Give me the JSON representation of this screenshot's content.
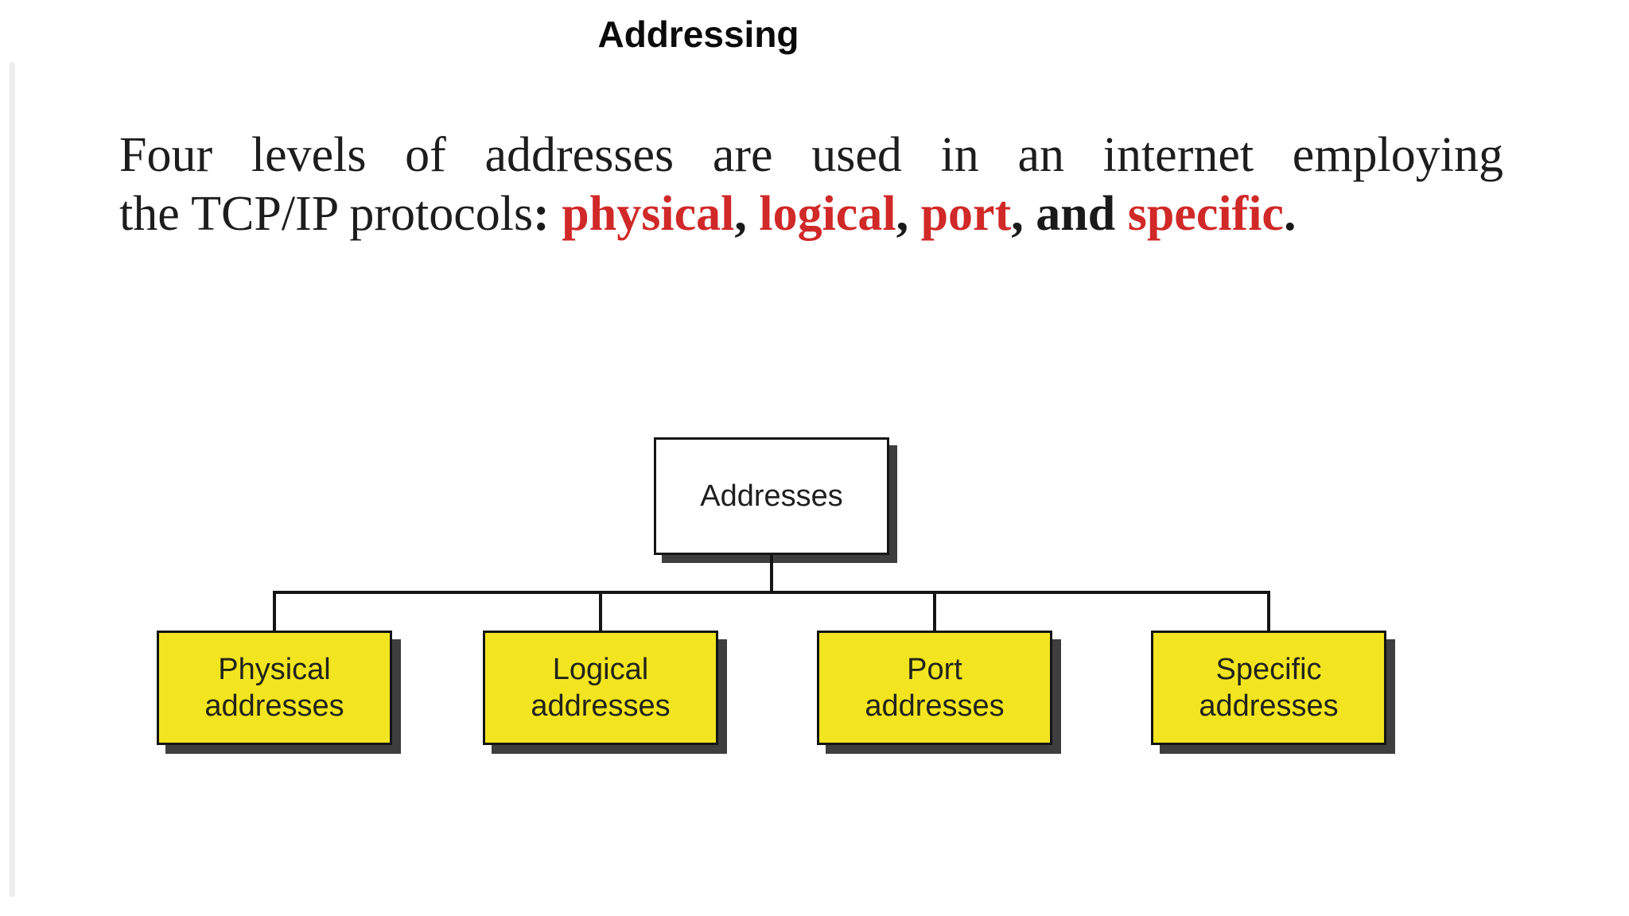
{
  "page": {
    "title": "Addressing"
  },
  "paragraph": {
    "line1": "Four levels of addresses are used in an internet employing",
    "line2_segments": [
      {
        "text": "the TCP/IP protocols",
        "style": "normal-black"
      },
      {
        "text": ": ",
        "style": "bold-black"
      },
      {
        "text": "physical",
        "style": "bold-red"
      },
      {
        "text": ", ",
        "style": "bold-black"
      },
      {
        "text": "logical",
        "style": "bold-red"
      },
      {
        "text": ", ",
        "style": "bold-black"
      },
      {
        "text": "port",
        "style": "bold-red"
      },
      {
        "text": ", ",
        "style": "bold-black"
      },
      {
        "text": "and ",
        "style": "bold-black"
      },
      {
        "text": "specific",
        "style": "bold-red"
      },
      {
        "text": ".",
        "style": "bold-black"
      }
    ]
  },
  "diagram": {
    "root": {
      "label": "Addresses"
    },
    "children": [
      {
        "line1": "Physical",
        "line2": "addresses"
      },
      {
        "line1": "Logical",
        "line2": "addresses"
      },
      {
        "line1": "Port",
        "line2": "addresses"
      },
      {
        "line1": "Specific",
        "line2": "addresses"
      }
    ]
  },
  "colors": {
    "accent_red": "#d02928",
    "box_yellow": "#f2e51f",
    "shadow_gray": "#3e3e3e",
    "text_black": "#1d1d1d"
  }
}
